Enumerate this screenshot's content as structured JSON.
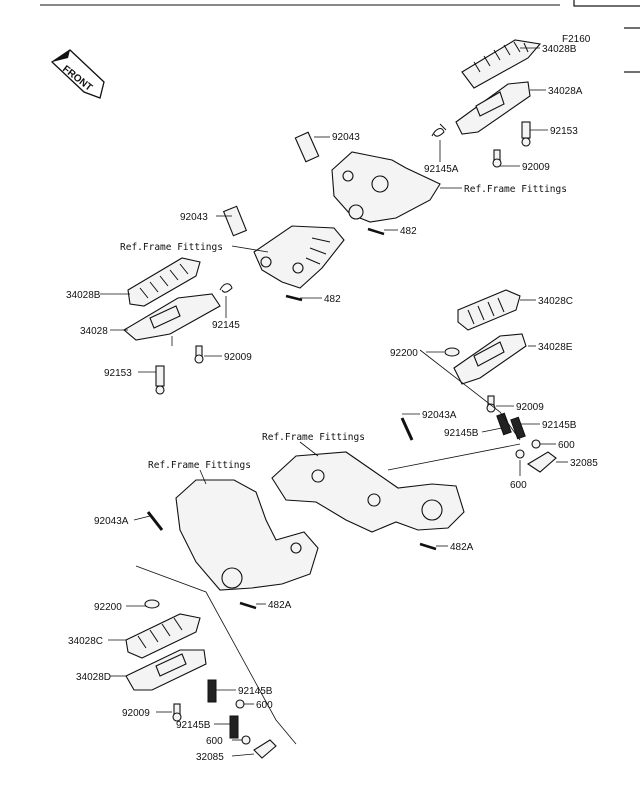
{
  "figure_code": "F2160",
  "front_label": "FRONT",
  "labels": {
    "p34028B_top": "34028B",
    "p34028A": "34028A",
    "p92043_top": "92043",
    "p92153_top": "92153",
    "p92145A": "92145A",
    "p92009_top": "92009",
    "ref_top": "Ref.Frame Fittings",
    "p92043_mid": "92043",
    "p482_top": "482",
    "ref_mid": "Ref.Frame Fittings",
    "p34028B_left": "34028B",
    "p482_mid": "482",
    "p92145": "92145",
    "p34028": "34028",
    "p92009_left": "92009",
    "p92153_left": "92153",
    "p34028C_right": "34028C",
    "p34028E": "34028E",
    "p92200_right": "92200",
    "p92009_right": "92009",
    "p92145B_r1": "92145B",
    "p92043A_right": "92043A",
    "p92145B_r2": "92145B",
    "p600_r1": "600",
    "ref_rear_right": "Ref.Frame Fittings",
    "p32085_right": "32085",
    "p600_r2": "600",
    "ref_rear_left": "Ref.Frame Fittings",
    "p92043A_left": "92043A",
    "p482A_right": "482A",
    "p482A_left": "482A",
    "p92200_left": "92200",
    "p34028C_left": "34028C",
    "p34028D": "34028D",
    "p92145B_l1": "92145B",
    "p600_l1": "600",
    "p92009_bl": "92009",
    "p92145B_l2": "92145B",
    "p600_l2": "600",
    "p32085_left": "32085"
  }
}
